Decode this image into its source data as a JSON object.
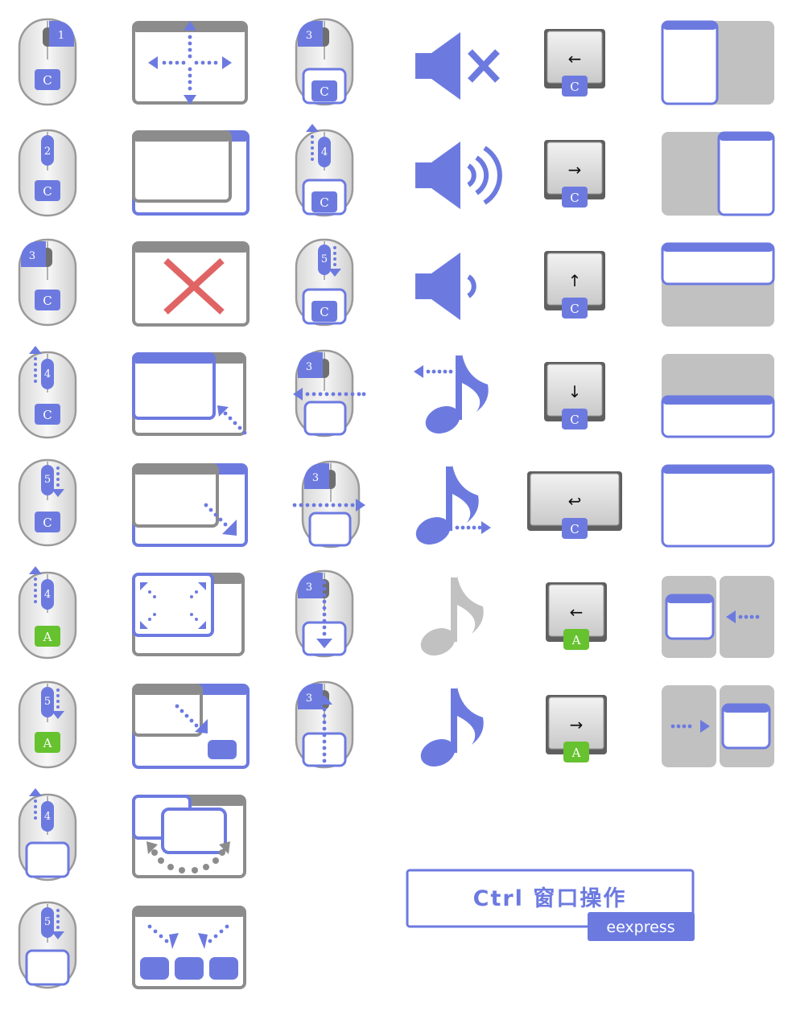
{
  "colors": {
    "accent": "#6c7ae0",
    "gray": "#8c8c8c",
    "light_gray": "#c1c1c1",
    "green": "#66c22e",
    "red": "#e06464"
  },
  "banner": {
    "title": "Ctrl 窗口操作",
    "author": "eexpress"
  },
  "mouse_column_1": [
    {
      "button": "1",
      "modifier": "C"
    },
    {
      "button": "2",
      "modifier": "C"
    },
    {
      "button": "3",
      "modifier": "C"
    },
    {
      "button": "4",
      "modifier": "C"
    },
    {
      "button": "5",
      "modifier": "C"
    },
    {
      "button": "4",
      "modifier": "A"
    },
    {
      "button": "5",
      "modifier": "A"
    },
    {
      "button": "4",
      "modifier": ""
    },
    {
      "button": "5",
      "modifier": ""
    }
  ],
  "mouse_column_2": [
    {
      "button": "3",
      "modifier": "C"
    },
    {
      "button": "4",
      "modifier": "C"
    },
    {
      "button": "5",
      "modifier": "C"
    },
    {
      "button": "3",
      "modifier": ""
    },
    {
      "button": "3",
      "modifier": ""
    },
    {
      "button": "3",
      "modifier": ""
    },
    {
      "button": "3",
      "modifier": ""
    }
  ],
  "keys": [
    {
      "symbol": "←",
      "modifier": "C"
    },
    {
      "symbol": "→",
      "modifier": "C"
    },
    {
      "symbol": "↑",
      "modifier": "C"
    },
    {
      "symbol": "↓",
      "modifier": "C"
    },
    {
      "symbol": "↩",
      "modifier": "C"
    },
    {
      "symbol": "←",
      "modifier": "A"
    },
    {
      "symbol": "→",
      "modifier": "A"
    }
  ],
  "icon_names": [
    "mouse-button-icon",
    "window-move-icon",
    "window-close-icon",
    "window-resize-icon",
    "volume-mute-icon",
    "volume-up-icon",
    "volume-down-icon",
    "music-note-icon",
    "keyboard-key-icon",
    "window-tile-icon"
  ]
}
